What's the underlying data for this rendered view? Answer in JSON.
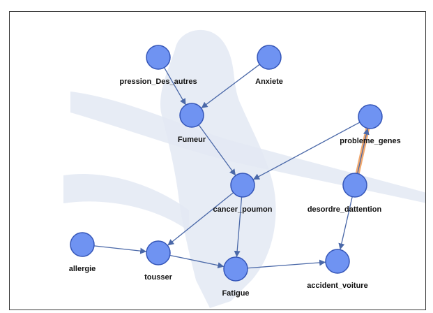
{
  "graph": {
    "colors": {
      "node_fill": "#6f93f2",
      "node_stroke": "#3556b8",
      "edge": "#4a68a8",
      "highlight_edge": "#f0a060",
      "watermark": "#e3e9f3"
    },
    "nodes": [
      {
        "id": "pression",
        "label": "pression_Des_autres"
      },
      {
        "id": "anxiete",
        "label": "Anxiete"
      },
      {
        "id": "fumeur",
        "label": "Fumeur"
      },
      {
        "id": "genes",
        "label": "probleme_genes"
      },
      {
        "id": "cancer",
        "label": "cancer_poumon"
      },
      {
        "id": "desordre",
        "label": "desordre_dattention"
      },
      {
        "id": "allergie",
        "label": "allergie"
      },
      {
        "id": "tousser",
        "label": "tousser"
      },
      {
        "id": "fatigue",
        "label": "Fatigue"
      },
      {
        "id": "accident",
        "label": "accident_voiture"
      }
    ],
    "edges": [
      {
        "from": "pression",
        "to": "fumeur"
      },
      {
        "from": "anxiete",
        "to": "fumeur"
      },
      {
        "from": "fumeur",
        "to": "cancer"
      },
      {
        "from": "genes",
        "to": "cancer"
      },
      {
        "from": "cancer",
        "to": "tousser"
      },
      {
        "from": "cancer",
        "to": "fatigue"
      },
      {
        "from": "allergie",
        "to": "tousser"
      },
      {
        "from": "tousser",
        "to": "fatigue"
      },
      {
        "from": "fatigue",
        "to": "accident"
      },
      {
        "from": "desordre",
        "to": "accident"
      },
      {
        "from": "desordre",
        "to": "genes",
        "highlight": true
      }
    ]
  }
}
